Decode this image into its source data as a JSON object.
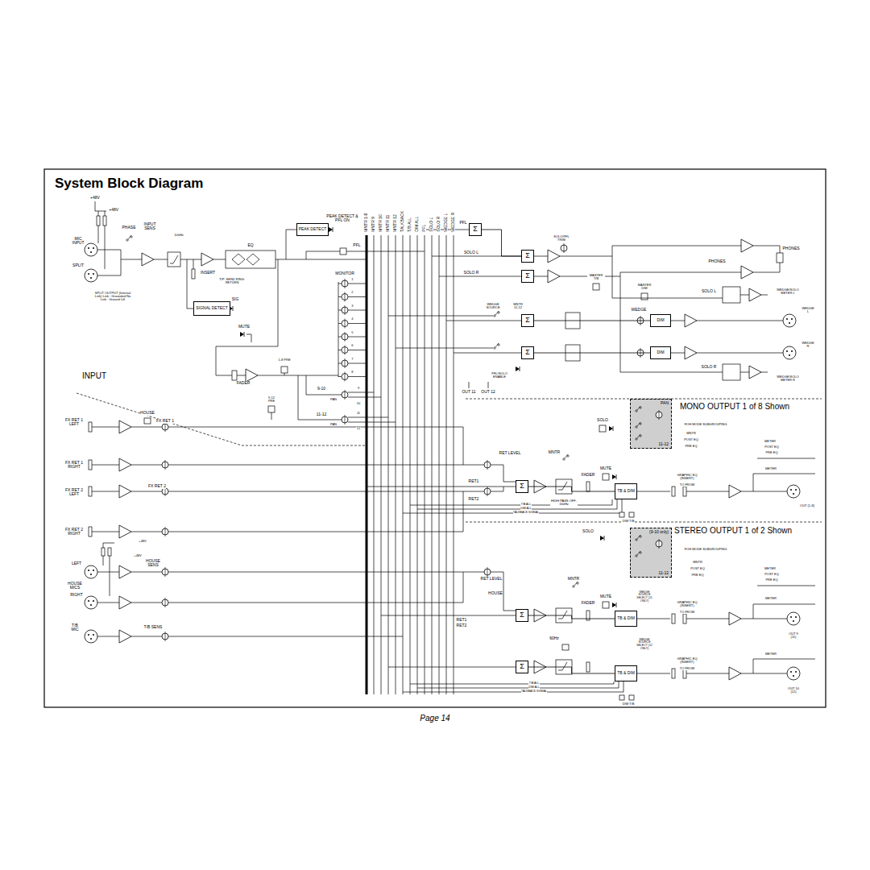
{
  "diagram": {
    "title": "System Block Diagram",
    "caption": "Page 14",
    "nodes": [
      {
        "text": [
          "PEAK DETECT"
        ]
      },
      {
        "text": [
          "SIGNAL DETECT"
        ]
      },
      {
        "text": [
          "Σ"
        ]
      },
      {
        "text": [
          "Σ"
        ]
      },
      {
        "text": [
          "Σ"
        ]
      },
      {
        "text": [
          "Σ"
        ]
      },
      {
        "text": [
          "Σ"
        ]
      },
      {
        "text": [
          "DIM"
        ]
      },
      {
        "text": [
          "DIM"
        ]
      },
      {
        "text": [
          "Σ"
        ]
      },
      {
        "text": [
          "TB & DIM"
        ]
      },
      {
        "text": [
          "Σ"
        ]
      },
      {
        "text": [
          "TB & DIM"
        ]
      },
      {
        "text": [
          "Σ"
        ]
      },
      {
        "text": [
          "TB & DIM"
        ]
      },
      {
        "text": [
          "PAN",
          "11-12"
        ]
      },
      {
        "text": [
          "(9-10 only)",
          "11-12"
        ]
      }
    ],
    "edges": [
      {
        "from": 2,
        "to": 3,
        "arrow": "none"
      },
      {
        "from": 5,
        "to": 7,
        "arrow": "none"
      },
      {
        "from": 6,
        "to": 8,
        "arrow": "none"
      },
      {
        "from": 9,
        "to": 10,
        "arrow": "none"
      },
      {
        "from": 11,
        "to": 12,
        "arrow": "none"
      },
      {
        "from": 13,
        "to": 14,
        "arrow": "none"
      }
    ],
    "labels": [
      "MNTR 1-8",
      "MNTR 9",
      "MNTR 10",
      "MNTR 11",
      "MNTR 12",
      "TALKBACK",
      "T/B ALL",
      "DIM ALL",
      "PFL",
      "SOLO L",
      "SOLO R",
      "WEDGE L",
      "WEDGE R",
      "+48V",
      "+48V",
      "PHASE",
      "INPUT SENS",
      "100Hz",
      "MIC INPUT",
      "SPLIT",
      "SPLIT OUTPUT (Internal Link) Link : Grounded No Link : Ground Lift",
      "INSERT",
      "TIP: SEND RING: RETURN",
      "EQ",
      "SIG",
      "MUTE",
      "PEAK DETECT & PFL ON",
      "PFL",
      "MONITOR",
      "1",
      "2",
      "3",
      "4",
      "5",
      "6",
      "7",
      "8",
      "1-8 PRE",
      "FADER",
      "9-12 PRE",
      "9-10",
      "PAN",
      "9",
      "10",
      "11-12",
      "PAN",
      "11",
      "12",
      "INPUT",
      "HOUSE",
      "FX RET 1",
      "FX RET 1 LEFT",
      "FX RET 1 RIGHT",
      "FX RET 2 LEFT",
      "FX RET 2",
      "FX RET 2 RIGHT",
      "+48V",
      "+48V",
      "HOUSE SENS",
      "LEFT",
      "HOUSE MICS",
      "RIGHT",
      "T/B SENS",
      "T/B MIC",
      "PFL",
      "SOLO/PFL TRIM",
      "SOLO L",
      "SOLO R",
      "MASTER T/B",
      "PHONES",
      "PHONES",
      "MASTER DIM",
      "SOLO L",
      "WEDGE/SOLO METER L",
      "WEDGE SOURCE",
      "MNTR 11-12",
      "WEDGE",
      "WEDGE L",
      "WEDGE R",
      "PFL/SOLO ENABLE",
      "SOLO R",
      "WEDGE/SOLO METER R",
      "OUT 11",
      "OUT 12",
      "MONO OUTPUT 1 of 8 Shown",
      "SOLO",
      "FOH MODE SUBGROUPING",
      "MNTR",
      "POST EQ",
      "PRE EQ",
      "METER",
      "POST EQ",
      "PRE EQ",
      "RET LEVEL",
      "MNTR",
      "FADER",
      "MUTE",
      "GRAPHIC EQ (INSERT)",
      "TO FROM",
      "METER",
      "RET1",
      "RET2",
      "HIGH PASS OFF-160Hz",
      "T/B ALL",
      "DIM ALL",
      "TALKBACK SIGNAL",
      "DIM T/B",
      "OUT (1-8)",
      "STEREO OUTPUT 1 of 2 Shown",
      "SOLO",
      "FOH MODE SUBGROUPING",
      "MNTR",
      "POST EQ",
      "PRE EQ",
      "METER",
      "POST EQ",
      "PRE EQ",
      "RET LEVEL",
      "MNTR",
      "HOUSE",
      "FADER",
      "MUTE",
      "WEDGE SOURCE SELECT (11 ONLY)",
      "GRAPHIC EQ (INSERT)",
      "TO FROM",
      "METER",
      "RET1",
      "RET2",
      "OUT 9 (11)",
      "60Hz",
      "WEDGE SOURCE SELECT (12 ONLY)",
      "GRAPHIC EQ (INSERT)",
      "TO FROM",
      "METER",
      "T/B ALL",
      "DIM ALL",
      "TALKBACK SIGNAL",
      "DIM T/B",
      "OUT 10 (12)"
    ]
  }
}
